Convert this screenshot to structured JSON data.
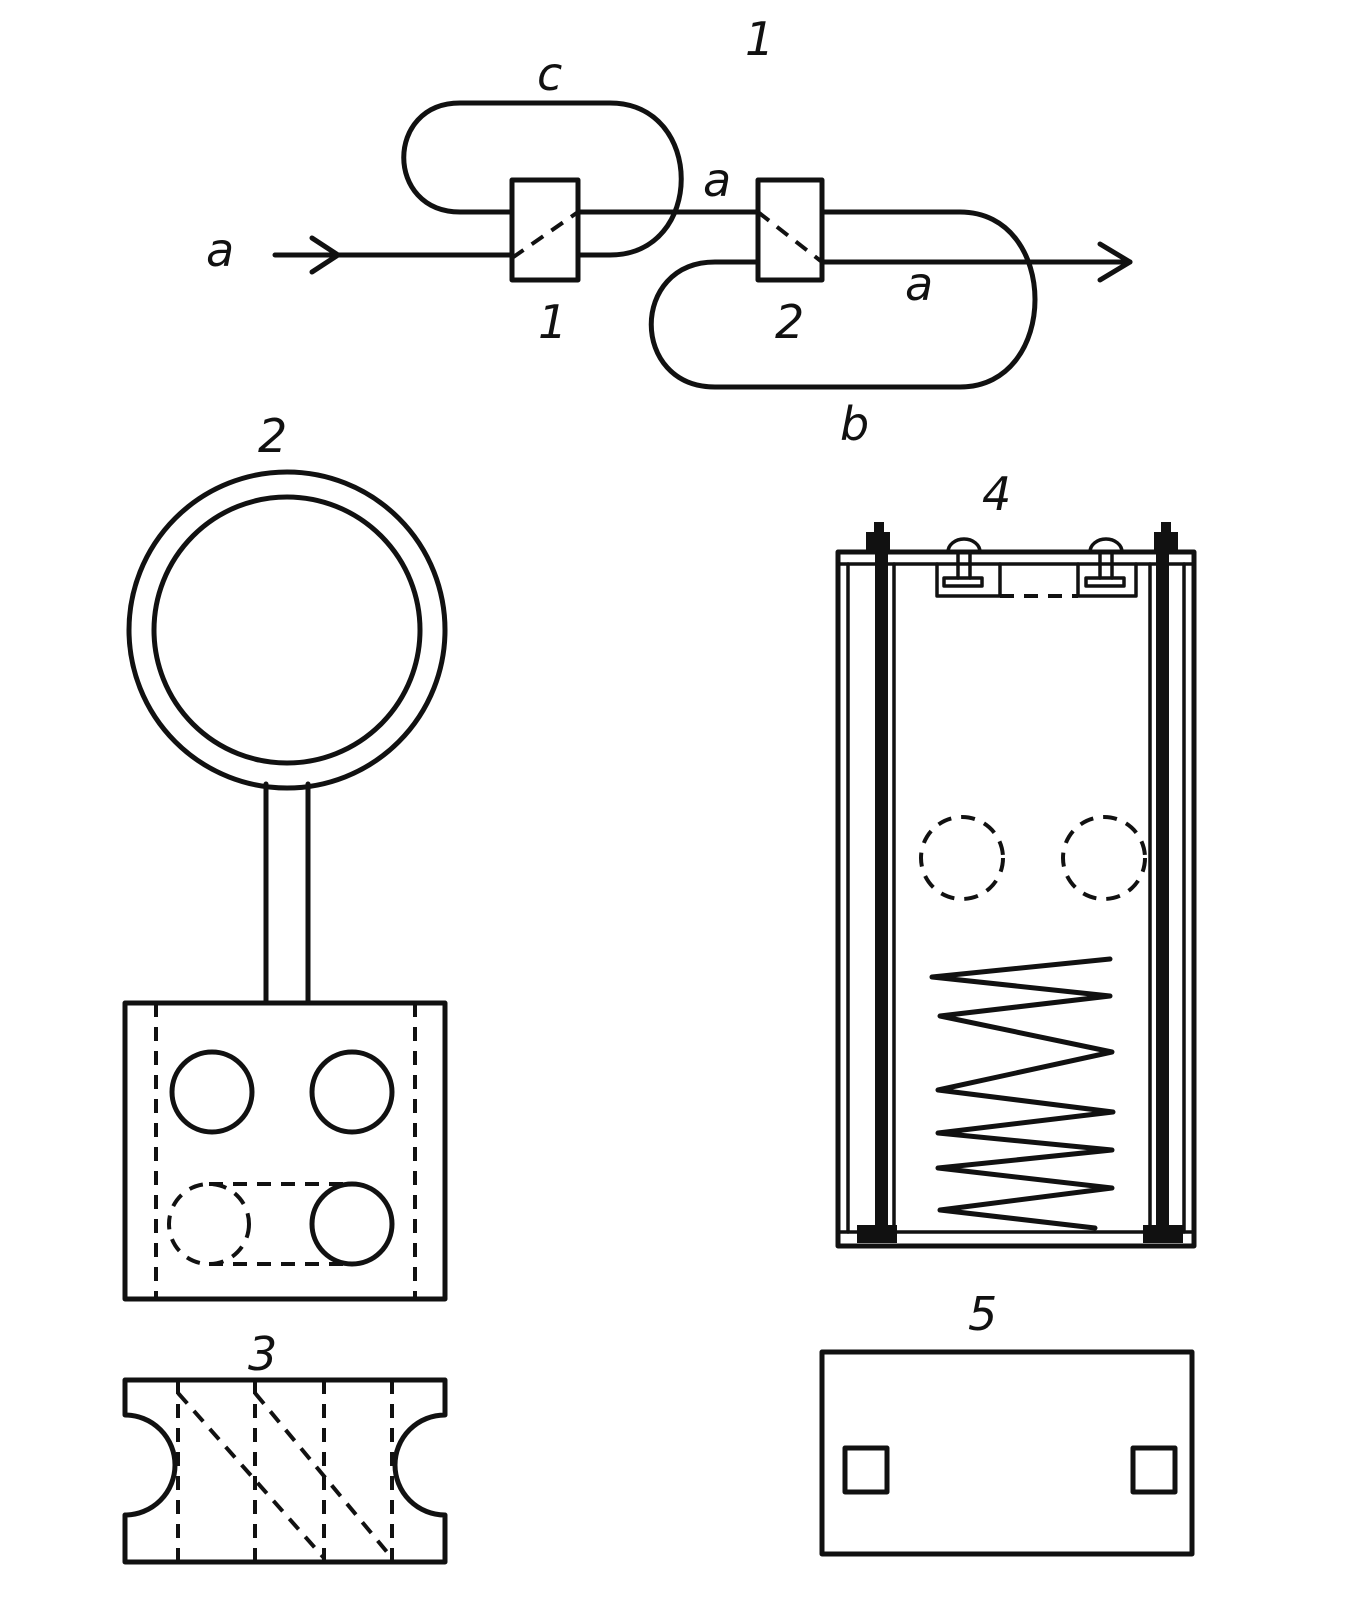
{
  "figures": {
    "fig1": {
      "number": "1",
      "labels": {
        "c": "c",
        "a_in": "a",
        "a_mid": "a",
        "a_out": "a",
        "b": "b",
        "block1": "1",
        "block2": "2"
      }
    },
    "fig2": {
      "number": "2"
    },
    "fig3": {
      "number": "3"
    },
    "fig4": {
      "number": "4"
    },
    "fig5": {
      "number": "5"
    }
  },
  "colors": {
    "ink": "#111111",
    "background": "#ffffff"
  }
}
